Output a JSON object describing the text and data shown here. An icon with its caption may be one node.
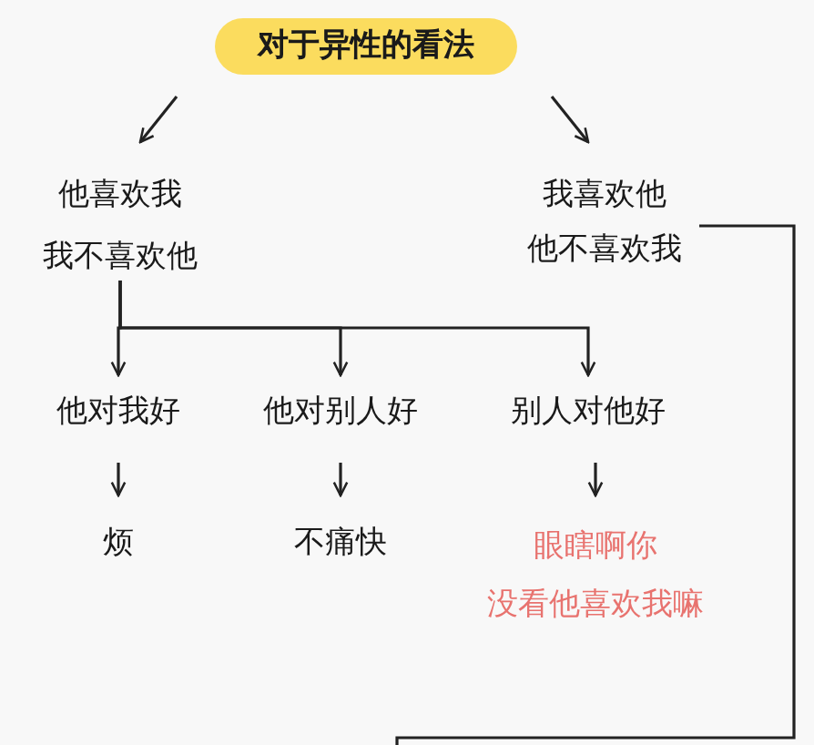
{
  "diagram": {
    "nodes": [
      {
        "text": [
          "对于异性的看法"
        ]
      },
      {
        "text": [
          "他喜欢我",
          "我不喜欢他"
        ]
      },
      {
        "text": [
          "我喜欢他",
          "他不喜欢我"
        ]
      },
      {
        "text": [
          "他对我好"
        ]
      },
      {
        "text": [
          "他对别人好"
        ]
      },
      {
        "text": [
          "别人对他好"
        ]
      },
      {
        "text": [
          "烦"
        ]
      },
      {
        "text": [
          "不痛快"
        ]
      },
      {
        "text": [
          "眼瞎啊你",
          "没看他喜欢我嘛"
        ]
      }
    ],
    "edges": [
      {
        "from": 0,
        "to": 1,
        "arrow": "to"
      },
      {
        "from": 0,
        "to": 2,
        "arrow": "to"
      },
      {
        "from": 1,
        "to": 3,
        "arrow": "to"
      },
      {
        "from": 1,
        "to": 4,
        "arrow": "to"
      },
      {
        "from": 1,
        "to": 5,
        "arrow": "to"
      },
      {
        "from": 3,
        "to": 6,
        "arrow": "to"
      },
      {
        "from": 4,
        "to": 7,
        "arrow": "to"
      },
      {
        "from": 5,
        "to": 8,
        "arrow": "to"
      },
      {
        "from": 2,
        "to": null,
        "arrow": "none"
      }
    ]
  }
}
